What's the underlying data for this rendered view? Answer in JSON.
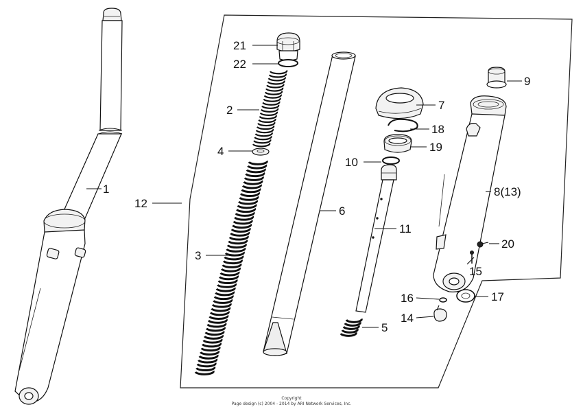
{
  "diagram": {
    "callouts": {
      "c1": "1",
      "c2": "2",
      "c3": "3",
      "c4": "4",
      "c5": "5",
      "c6": "6",
      "c7": "7",
      "c8": "8(13)",
      "c9": "9",
      "c10": "10",
      "c11": "11",
      "c12": "12",
      "c14": "14",
      "c15": "15",
      "c16": "16",
      "c17": "17",
      "c18": "18",
      "c19": "19",
      "c20": "20",
      "c21": "21",
      "c22": "22"
    },
    "copyright_line1": "Copyright",
    "copyright_line2": "Page design (c) 2004 - 2014 by ARI Network Services, Inc."
  }
}
